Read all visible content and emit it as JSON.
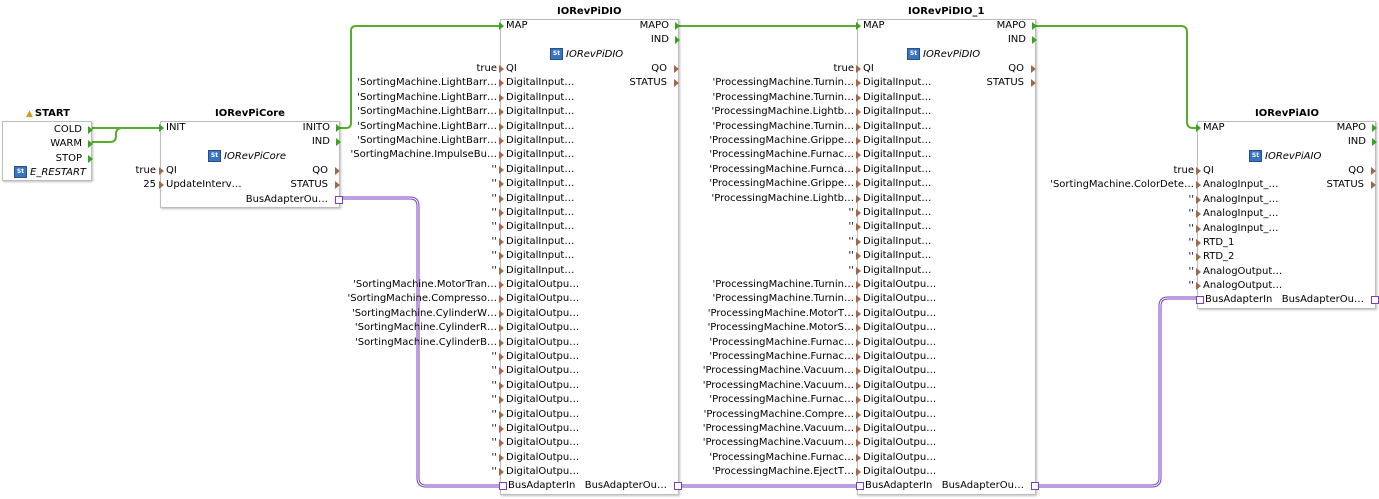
{
  "start_block": {
    "title": "START",
    "outputs": [
      "COLD",
      "WARM",
      "STOP"
    ],
    "type_name": "E_RESTART"
  },
  "core_block": {
    "title": "IORevPiCore",
    "event_in": "INIT",
    "event_outputs": [
      "INITO",
      "IND"
    ],
    "type_name": "IORevPiCore",
    "data_inputs": [
      "QI",
      "UpdateInterv…"
    ],
    "data_input_values": [
      "true",
      "25"
    ],
    "data_outputs": [
      "QO",
      "STATUS",
      "BusAdapterOu…"
    ]
  },
  "dio_block": {
    "title": "IORevPiDIO",
    "event_in": "MAP",
    "event_outputs": [
      "MAPO",
      "IND"
    ],
    "type_name": "IORevPiDIO",
    "data_outputs": [
      "QO",
      "STATUS"
    ],
    "qi_label": "QI",
    "qi_value": "true",
    "inputs": [
      "DigitalInput…",
      "DigitalInput…",
      "DigitalInput…",
      "DigitalInput…",
      "DigitalInput…",
      "DigitalInput…",
      "DigitalInput…",
      "DigitalInput…",
      "DigitalInput…",
      "DigitalInput…",
      "DigitalInput…",
      "DigitalInput…",
      "DigitalInput…",
      "DigitalInput…"
    ],
    "input_values": [
      "'SortingMachine.LightBarr…",
      "'SortingMachine.LightBarr…",
      "'SortingMachine.LightBarr…",
      "'SortingMachine.LightBarr…",
      "'SortingMachine.LightBarr…",
      "'SortingMachine.ImpulseBu…",
      "''",
      "''",
      "''",
      "''",
      "''",
      "''",
      "''",
      "''"
    ],
    "outputs": [
      "DigitalOutpu…",
      "DigitalOutpu…",
      "DigitalOutpu…",
      "DigitalOutpu…",
      "DigitalOutpu…",
      "DigitalOutpu…",
      "DigitalOutpu…",
      "DigitalOutpu…",
      "DigitalOutpu…",
      "DigitalOutpu…",
      "DigitalOutpu…",
      "DigitalOutpu…",
      "DigitalOutpu…",
      "DigitalOutpu…"
    ],
    "output_values": [
      "'SortingMachine.MotorTran…",
      "'SortingMachine.Compresso…",
      "'SortingMachine.CylinderW…",
      "'SortingMachine.CylinderR…",
      "'SortingMachine.CylinderB…",
      "''",
      "''",
      "''",
      "''",
      "''",
      "''",
      "''",
      "''",
      "''"
    ],
    "adapter_in": "BusAdapterIn",
    "adapter_out": "BusAdapterOu…"
  },
  "dio1_block": {
    "title": "IORevPiDIO_1",
    "event_in": "MAP",
    "event_outputs": [
      "MAPO",
      "IND"
    ],
    "type_name": "IORevPiDIO",
    "data_outputs": [
      "QO",
      "STATUS"
    ],
    "qi_label": "QI",
    "qi_value": "true",
    "inputs": [
      "DigitalInput…",
      "DigitalInput…",
      "DigitalInput…",
      "DigitalInput…",
      "DigitalInput…",
      "DigitalInput…",
      "DigitalInput…",
      "DigitalInput…",
      "DigitalInput…",
      "DigitalInput…",
      "DigitalInput…",
      "DigitalInput…",
      "DigitalInput…",
      "DigitalInput…"
    ],
    "input_values": [
      "'ProcessingMachine.Turnin…",
      "'ProcessingMachine.Turnin…",
      "'ProcessingMachine.Lightb…",
      "'ProcessingMachine.Turnin…",
      "'ProcessingMachine.Grippe…",
      "'ProcessingMachine.Furnac…",
      "'ProcessingMachine.Furnca…",
      "'ProcessingMachine.Grippe…",
      "'ProcessingMachine.Lightb…",
      "''",
      "''",
      "''",
      "''",
      "''"
    ],
    "outputs": [
      "DigitalOutpu…",
      "DigitalOutpu…",
      "DigitalOutpu…",
      "DigitalOutpu…",
      "DigitalOutpu…",
      "DigitalOutpu…",
      "DigitalOutpu…",
      "DigitalOutpu…",
      "DigitalOutpu…",
      "DigitalOutpu…",
      "DigitalOutpu…",
      "DigitalOutpu…",
      "DigitalOutpu…",
      "DigitalOutpu…"
    ],
    "output_values": [
      "'ProcessingMachine.Turnin…",
      "'ProcessingMachine.Turnin…",
      "'ProcessingMachine.MotorT…",
      "'ProcessingMachine.MotorS…",
      "'ProcessingMachine.Furnac…",
      "'ProcessingMachine.Furnac…",
      "'ProcessingMachine.Vacuum…",
      "'ProcessingMachine.Vacuum…",
      "'ProcessingMachine.Furnac…",
      "'ProcessingMachine.Compre…",
      "'ProcessingMachine.Vacuum…",
      "'ProcessingMachine.Vacuum…",
      "'ProcessingMachine.Furnac…",
      "'ProcessingMachine.EjectT…"
    ],
    "adapter_in": "BusAdapterIn",
    "adapter_out": "BusAdapterOu…"
  },
  "aio_block": {
    "title": "IORevPiAIO",
    "event_in": "MAP",
    "event_outputs": [
      "MAPO",
      "IND"
    ],
    "type_name": "IORevPiAIO",
    "data_outputs": [
      "QO",
      "STATUS"
    ],
    "inputs": [
      "QI",
      "AnalogInput_…",
      "AnalogInput_…",
      "AnalogInput_…",
      "AnalogInput_…",
      "RTD_1",
      "RTD_2",
      "AnalogOutput…",
      "AnalogOutput…"
    ],
    "input_values": [
      "true",
      "'SortingMachine.ColorDete…",
      "''",
      "''",
      "''",
      "''",
      "''",
      "''",
      "''"
    ],
    "adapter_in": "BusAdapterIn",
    "adapter_out": "BusAdapterOu…"
  },
  "colors": {
    "event_wire": "#5aac2c",
    "adapter_wire": "#7a3fc0",
    "data_pin": "#a06a4a",
    "event_pin": "#37a31e",
    "type_icon": "#3b73c4"
  }
}
